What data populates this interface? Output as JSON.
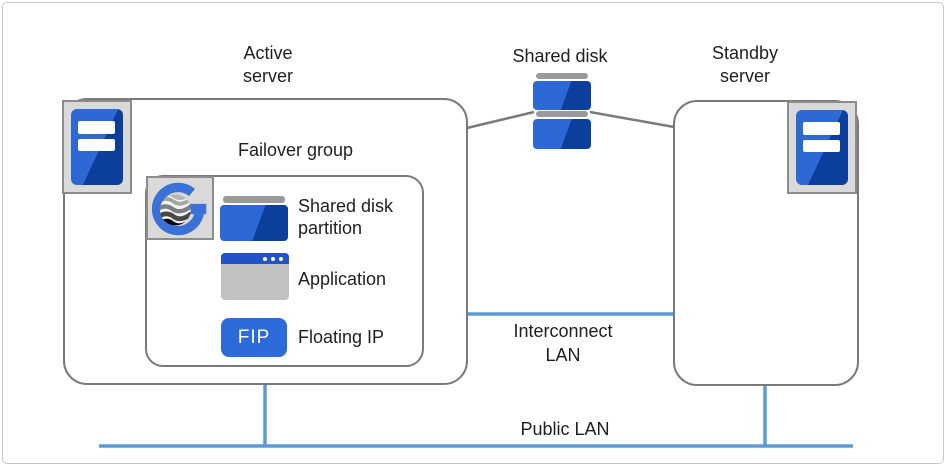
{
  "labels": {
    "active_server": "Active\nserver",
    "shared_disk": "Shared disk",
    "standby_server": "Standby\nserver"
  },
  "failover_group": {
    "title": "Failover group",
    "items": [
      {
        "icon": "shared-disk-partition-icon",
        "label": "Shared disk\npartition"
      },
      {
        "icon": "application-icon",
        "label": "Application"
      },
      {
        "icon": "floating-ip-badge",
        "badge": "FIP",
        "label": "Floating IP"
      }
    ]
  },
  "network": {
    "interconnect_label": "Interconnect\nLAN",
    "public_label": "Public LAN"
  },
  "colors": {
    "lan_blue": "#5B9BD5",
    "border_gray": "#7A7A7A",
    "frame_gray": "#C9C9C9",
    "icon_bg_gray": "#D9D9D9",
    "icon_border_gray": "#8C8C8C",
    "device_blue": "#2E68D4",
    "device_blue_dark": "#0C3E9C",
    "cap_gray": "#9A9A9A",
    "fip_blue": "#2E6BDA",
    "app_title_blue": "#2153C6",
    "app_body_gray": "#C2C2C2",
    "logo_blue": "#3B70D8",
    "text_color": "#1F1F1F"
  }
}
